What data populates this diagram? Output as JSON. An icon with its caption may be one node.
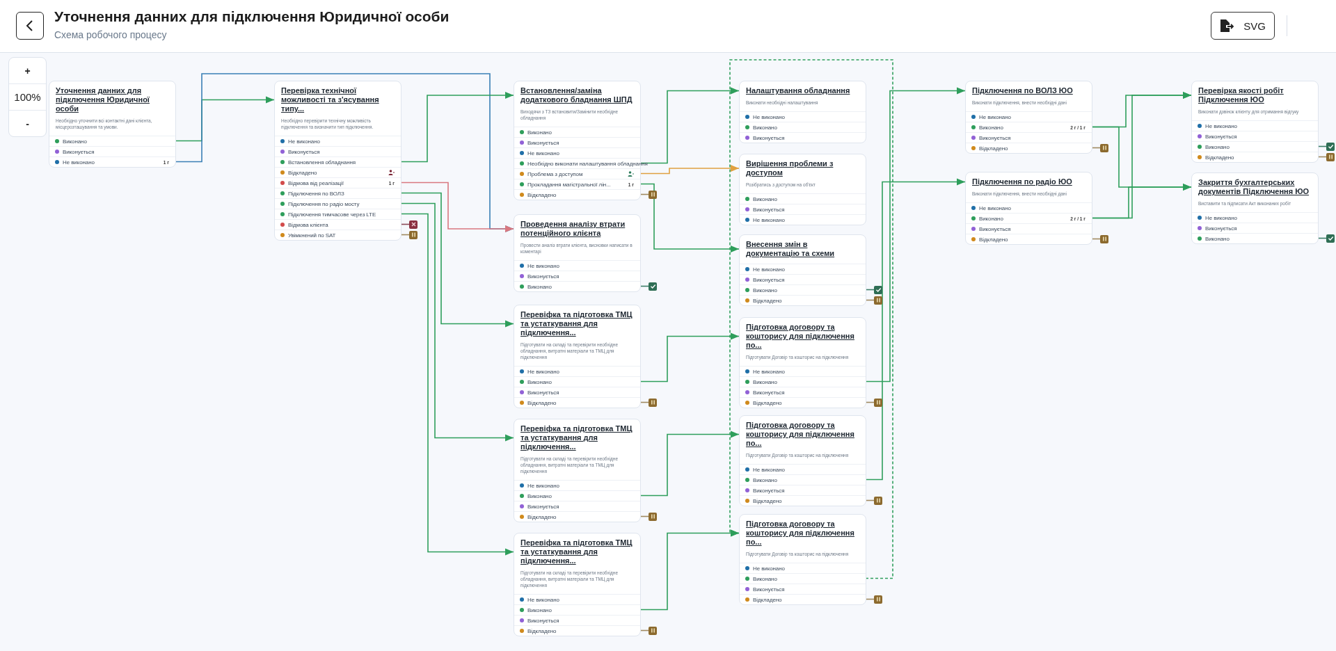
{
  "diagram": {
    "title": "Уточнення данних для підключення Юридичної особи",
    "nodes": [
      {
        "text": [
          "Уточнення данних для підключення Юридичної особи",
          "Необхідно уточнити всі контактні дані клієнта, місцерозташування та умови."
        ]
      },
      {
        "text": [
          "Виконано"
        ],
        "in": 0
      },
      {
        "text": [
          "Виконується"
        ],
        "in": 0
      },
      {
        "text": [
          "Не виконано",
          "1 г"
        ],
        "in": 0
      },
      {
        "text": [
          "Перевірка технічної можливості та з'ясування типу...",
          "Необхідно перевірити технічну можливість підключення та визначити тип підключення."
        ]
      },
      {
        "text": [
          "Не виконано"
        ],
        "in": 4
      },
      {
        "text": [
          "Виконується"
        ],
        "in": 4
      },
      {
        "text": [
          "Встановлення обладнання"
        ],
        "in": 4
      },
      {
        "text": [
          "Відкладено"
        ],
        "in": 4
      },
      {
        "text": [
          "Відмова від реалізації",
          "1 г"
        ],
        "in": 4
      },
      {
        "text": [
          "Підключення по ВОЛЗ"
        ],
        "in": 4
      },
      {
        "text": [
          "Підключення по радіо мосту"
        ],
        "in": 4
      },
      {
        "text": [
          "Підключення тимчасове через LTE"
        ],
        "in": 4
      },
      {
        "text": [
          "Відмова клієнта"
        ],
        "in": 4
      },
      {
        "text": [
          "Увімкнений по SAT"
        ],
        "in": 4
      },
      {
        "text": [
          "Встановлення/заміна додаткового бладнання ШПД",
          "Виходячи з ТЗ встановити/Замінити необхідне обладнання"
        ]
      },
      {
        "text": [
          "Виконано"
        ],
        "in": 15
      },
      {
        "text": [
          "Виконується"
        ],
        "in": 15
      },
      {
        "text": [
          "Не виконано"
        ],
        "in": 15
      },
      {
        "text": [
          "Необхідно виконати налаштування обладнання"
        ],
        "in": 15
      },
      {
        "text": [
          "Проблема з доступом"
        ],
        "in": 15
      },
      {
        "text": [
          "Прокладання магістральної лін...",
          "1 г"
        ],
        "in": 15
      },
      {
        "text": [
          "Відкладено"
        ],
        "in": 15
      },
      {
        "text": [
          "Проведення аналізу втрати потенційного клієнта",
          "Провести аналіз втрати клієнта, висновки написати в коментарі"
        ]
      },
      {
        "text": [
          "Не виконано"
        ],
        "in": 23
      },
      {
        "text": [
          "Виконується"
        ],
        "in": 23
      },
      {
        "text": [
          "Виконано"
        ],
        "in": 23
      },
      {
        "text": [
          "Перевіфка та підготовка ТМЦ та устаткування для підключення...",
          "Підготувати на складі та перевірити необхідне обладнання, витратні матеріали та ТМЦ для підключення"
        ]
      },
      {
        "text": [
          "Не виконано"
        ],
        "in": 27
      },
      {
        "text": [
          "Виконано"
        ],
        "in": 27
      },
      {
        "text": [
          "Виконується"
        ],
        "in": 27
      },
      {
        "text": [
          "Відкладено"
        ],
        "in": 27
      },
      {
        "text": [
          "Перевіфка та підготовка ТМЦ та устаткування для підключення...",
          "Підготувати на складі та перевірити необхідне обладнання, витратні матеріали та ТМЦ для підключення"
        ]
      },
      {
        "text": [
          "Не виконано"
        ],
        "in": 32
      },
      {
        "text": [
          "Виконано"
        ],
        "in": 32
      },
      {
        "text": [
          "Виконується"
        ],
        "in": 32
      },
      {
        "text": [
          "Відкладено"
        ],
        "in": 32
      },
      {
        "text": [
          "Перевіфка та підготовка ТМЦ та устаткування для підключення...",
          "Підготувати на складі та перевірити необхідне обладнання, витратні матеріали та ТМЦ для підключення"
        ]
      },
      {
        "text": [
          "Не виконано"
        ],
        "in": 37
      },
      {
        "text": [
          "Виконано"
        ],
        "in": 37
      },
      {
        "text": [
          "Виконується"
        ],
        "in": 37
      },
      {
        "text": [
          "Відкладено"
        ],
        "in": 37
      },
      {
        "text": [
          "Налаштування обладнання",
          "Виконати необхідні налаштування"
        ]
      },
      {
        "text": [
          "Не виконано"
        ],
        "in": 42
      },
      {
        "text": [
          "Виконано"
        ],
        "in": 42
      },
      {
        "text": [
          "Виконується"
        ],
        "in": 42
      },
      {
        "text": [
          "Вирішення проблеми з доступом",
          "Розібратись з доступом на об'єкт"
        ]
      },
      {
        "text": [
          "Виконано"
        ],
        "in": 46
      },
      {
        "text": [
          "Виконується"
        ],
        "in": 46
      },
      {
        "text": [
          "Не виконано"
        ],
        "in": 46
      },
      {
        "text": [
          "Внесення змін в документацію та схеми"
        ]
      },
      {
        "text": [
          "Не виконано"
        ],
        "in": 50
      },
      {
        "text": [
          "Виконується"
        ],
        "in": 50
      },
      {
        "text": [
          "Виконано"
        ],
        "in": 50
      },
      {
        "text": [
          "Відкладено"
        ],
        "in": 50
      },
      {
        "text": [
          "Підготовка договору та кошторису для підключення по...",
          "Підготувати Договір та кошторис на підключення"
        ]
      },
      {
        "text": [
          "Не виконано"
        ],
        "in": 55
      },
      {
        "text": [
          "Виконано"
        ],
        "in": 55
      },
      {
        "text": [
          "Виконується"
        ],
        "in": 55
      },
      {
        "text": [
          "Відкладено"
        ],
        "in": 55
      },
      {
        "text": [
          "Підготовка договору та кошторису для підключення по...",
          "Підготувати Договір та кошторис на підключення"
        ]
      },
      {
        "text": [
          "Не виконано"
        ],
        "in": 60
      },
      {
        "text": [
          "Виконано"
        ],
        "in": 60
      },
      {
        "text": [
          "Виконується"
        ],
        "in": 60
      },
      {
        "text": [
          "Відкладено"
        ],
        "in": 60
      },
      {
        "text": [
          "Підготовка договору та кошторису для підключення по...",
          "Підготувати Договір та кошторис на підключення"
        ]
      },
      {
        "text": [
          "Не виконано"
        ],
        "in": 65
      },
      {
        "text": [
          "Виконано"
        ],
        "in": 65
      },
      {
        "text": [
          "Виконується"
        ],
        "in": 65
      },
      {
        "text": [
          "Відкладено"
        ],
        "in": 65
      },
      {
        "text": [
          "Підключення по ВОЛЗ ЮО",
          "Виконати підключення, внести необхідні дані"
        ]
      },
      {
        "text": [
          "Не виконано"
        ],
        "in": 70
      },
      {
        "text": [
          "Виконано",
          "2 г / 1 г"
        ],
        "in": 70
      },
      {
        "text": [
          "Виконується"
        ],
        "in": 70
      },
      {
        "text": [
          "Відкладено"
        ],
        "in": 70
      },
      {
        "text": [
          "Підключення по радіо ЮО",
          "Виконати підключення, внести необхідні дані"
        ]
      },
      {
        "text": [
          "Не виконано"
        ],
        "in": 75
      },
      {
        "text": [
          "Виконано",
          "2 г / 1 г"
        ],
        "in": 75
      },
      {
        "text": [
          "Виконується"
        ],
        "in": 75
      },
      {
        "text": [
          "Відкладено"
        ],
        "in": 75
      },
      {
        "text": [
          "Перевірка якості робіт Підключення ЮО",
          "Виконати дзвінок клієнту для отримання відгуку"
        ]
      },
      {
        "text": [
          "Не виконано"
        ],
        "in": 80
      },
      {
        "text": [
          "Виконується"
        ],
        "in": 80
      },
      {
        "text": [
          "Виконано"
        ],
        "in": 80
      },
      {
        "text": [
          "Відкладено"
        ],
        "in": 80
      },
      {
        "text": [
          "Закриття бухгалтерських документів Підключення ЮО",
          "Виставити та підписати Акт виконаних робіт"
        ]
      },
      {
        "text": [
          "Не виконано"
        ],
        "in": 85
      },
      {
        "text": [
          "Виконується"
        ],
        "in": 85
      },
      {
        "text": [
          "Виконано"
        ],
        "in": 85
      },
      {
        "text": [],
        "shape": "cross"
      },
      {
        "text": [],
        "shape": "pause"
      },
      {
        "text": [],
        "shape": "pause"
      },
      {
        "text": [],
        "shape": "check"
      },
      {
        "text": [],
        "shape": "pause"
      },
      {
        "text": [],
        "shape": "pause"
      },
      {
        "text": [],
        "shape": "pause"
      },
      {
        "text": [],
        "shape": "check"
      },
      {
        "text": [],
        "shape": "pause"
      },
      {
        "text": [],
        "shape": "pause"
      },
      {
        "text": [],
        "shape": "pause"
      },
      {
        "text": [],
        "shape": "pause"
      },
      {
        "text": [],
        "shape": "pause"
      },
      {
        "text": [],
        "shape": "pause"
      },
      {
        "text": [],
        "shape": "check"
      },
      {
        "text": [],
        "shape": "pause"
      },
      {
        "text": [],
        "shape": "check"
      }
    ],
    "edges": [
      {
        "from": 1,
        "to": 4,
        "arrow": "to"
      },
      {
        "from": 3,
        "to": 23,
        "arrow": "to",
        "color": "#3a7fb5"
      },
      {
        "from": 7,
        "to": 15,
        "arrow": "to"
      },
      {
        "from": 9,
        "to": 23,
        "arrow": "to",
        "color": "#d9777f"
      },
      {
        "from": 10,
        "to": 27,
        "arrow": "to"
      },
      {
        "from": 11,
        "to": 32,
        "arrow": "to"
      },
      {
        "from": 12,
        "to": 37,
        "arrow": "to"
      },
      {
        "from": 13,
        "to": 89,
        "arrow": "none",
        "color": "#8b4a58"
      },
      {
        "from": 14,
        "to": 90,
        "arrow": "none",
        "color": "#a08a60"
      },
      {
        "from": 19,
        "to": 42,
        "arrow": "to"
      },
      {
        "from": 20,
        "to": 46,
        "arrow": "to",
        "color": "#e0a040"
      },
      {
        "from": 21,
        "to": 50,
        "arrow": "to"
      },
      {
        "from": 22,
        "to": 91,
        "arrow": "none",
        "color": "#a08a60"
      },
      {
        "from": 26,
        "to": 92,
        "arrow": "none",
        "color": "#3e7f68"
      },
      {
        "from": 29,
        "to": 55,
        "arrow": "to"
      },
      {
        "from": 31,
        "to": 93,
        "arrow": "none",
        "color": "#a08a60"
      },
      {
        "from": 34,
        "to": 60,
        "arrow": "to"
      },
      {
        "from": 36,
        "to": 94,
        "arrow": "none",
        "color": "#a08a60"
      },
      {
        "from": 39,
        "to": 65,
        "arrow": "to"
      },
      {
        "from": 41,
        "to": 95,
        "arrow": "none",
        "color": "#a08a60"
      },
      {
        "from": 53,
        "to": 96,
        "arrow": "none",
        "color": "#3e7f68"
      },
      {
        "from": 54,
        "to": 97,
        "arrow": "none",
        "color": "#a08a60"
      },
      {
        "from": 57,
        "to": 70,
        "arrow": "to"
      },
      {
        "from": 59,
        "to": 98,
        "arrow": "none",
        "color": "#a08a60"
      },
      {
        "from": 62,
        "to": 75,
        "arrow": "to"
      },
      {
        "from": 64,
        "to": 99,
        "arrow": "none",
        "color": "#a08a60"
      },
      {
        "from": 67,
        "to": 65,
        "arrow": "to",
        "style": "dashed"
      },
      {
        "from": 69,
        "to": 100,
        "arrow": "none",
        "color": "#a08a60"
      },
      {
        "from": 72,
        "to": 80,
        "arrow": "to"
      },
      {
        "from": 72,
        "to": 85,
        "arrow": "to"
      },
      {
        "from": 74,
        "to": 101,
        "arrow": "none",
        "color": "#a08a60"
      },
      {
        "from": 77,
        "to": 80,
        "arrow": "to"
      },
      {
        "from": 77,
        "to": 85,
        "arrow": "to"
      },
      {
        "from": 79,
        "to": 102,
        "arrow": "none",
        "color": "#a08a60"
      },
      {
        "from": 83,
        "to": 103,
        "arrow": "none",
        "color": "#3e7f68"
      },
      {
        "from": 84,
        "to": 104,
        "arrow": "none",
        "color": "#a08a60"
      },
      {
        "from": 88,
        "to": 105,
        "arrow": "none",
        "color": "#3e7f68"
      }
    ],
    "labels": [
      "Схема робочого процесу",
      "+",
      "100%",
      "-",
      "SVG"
    ]
  }
}
